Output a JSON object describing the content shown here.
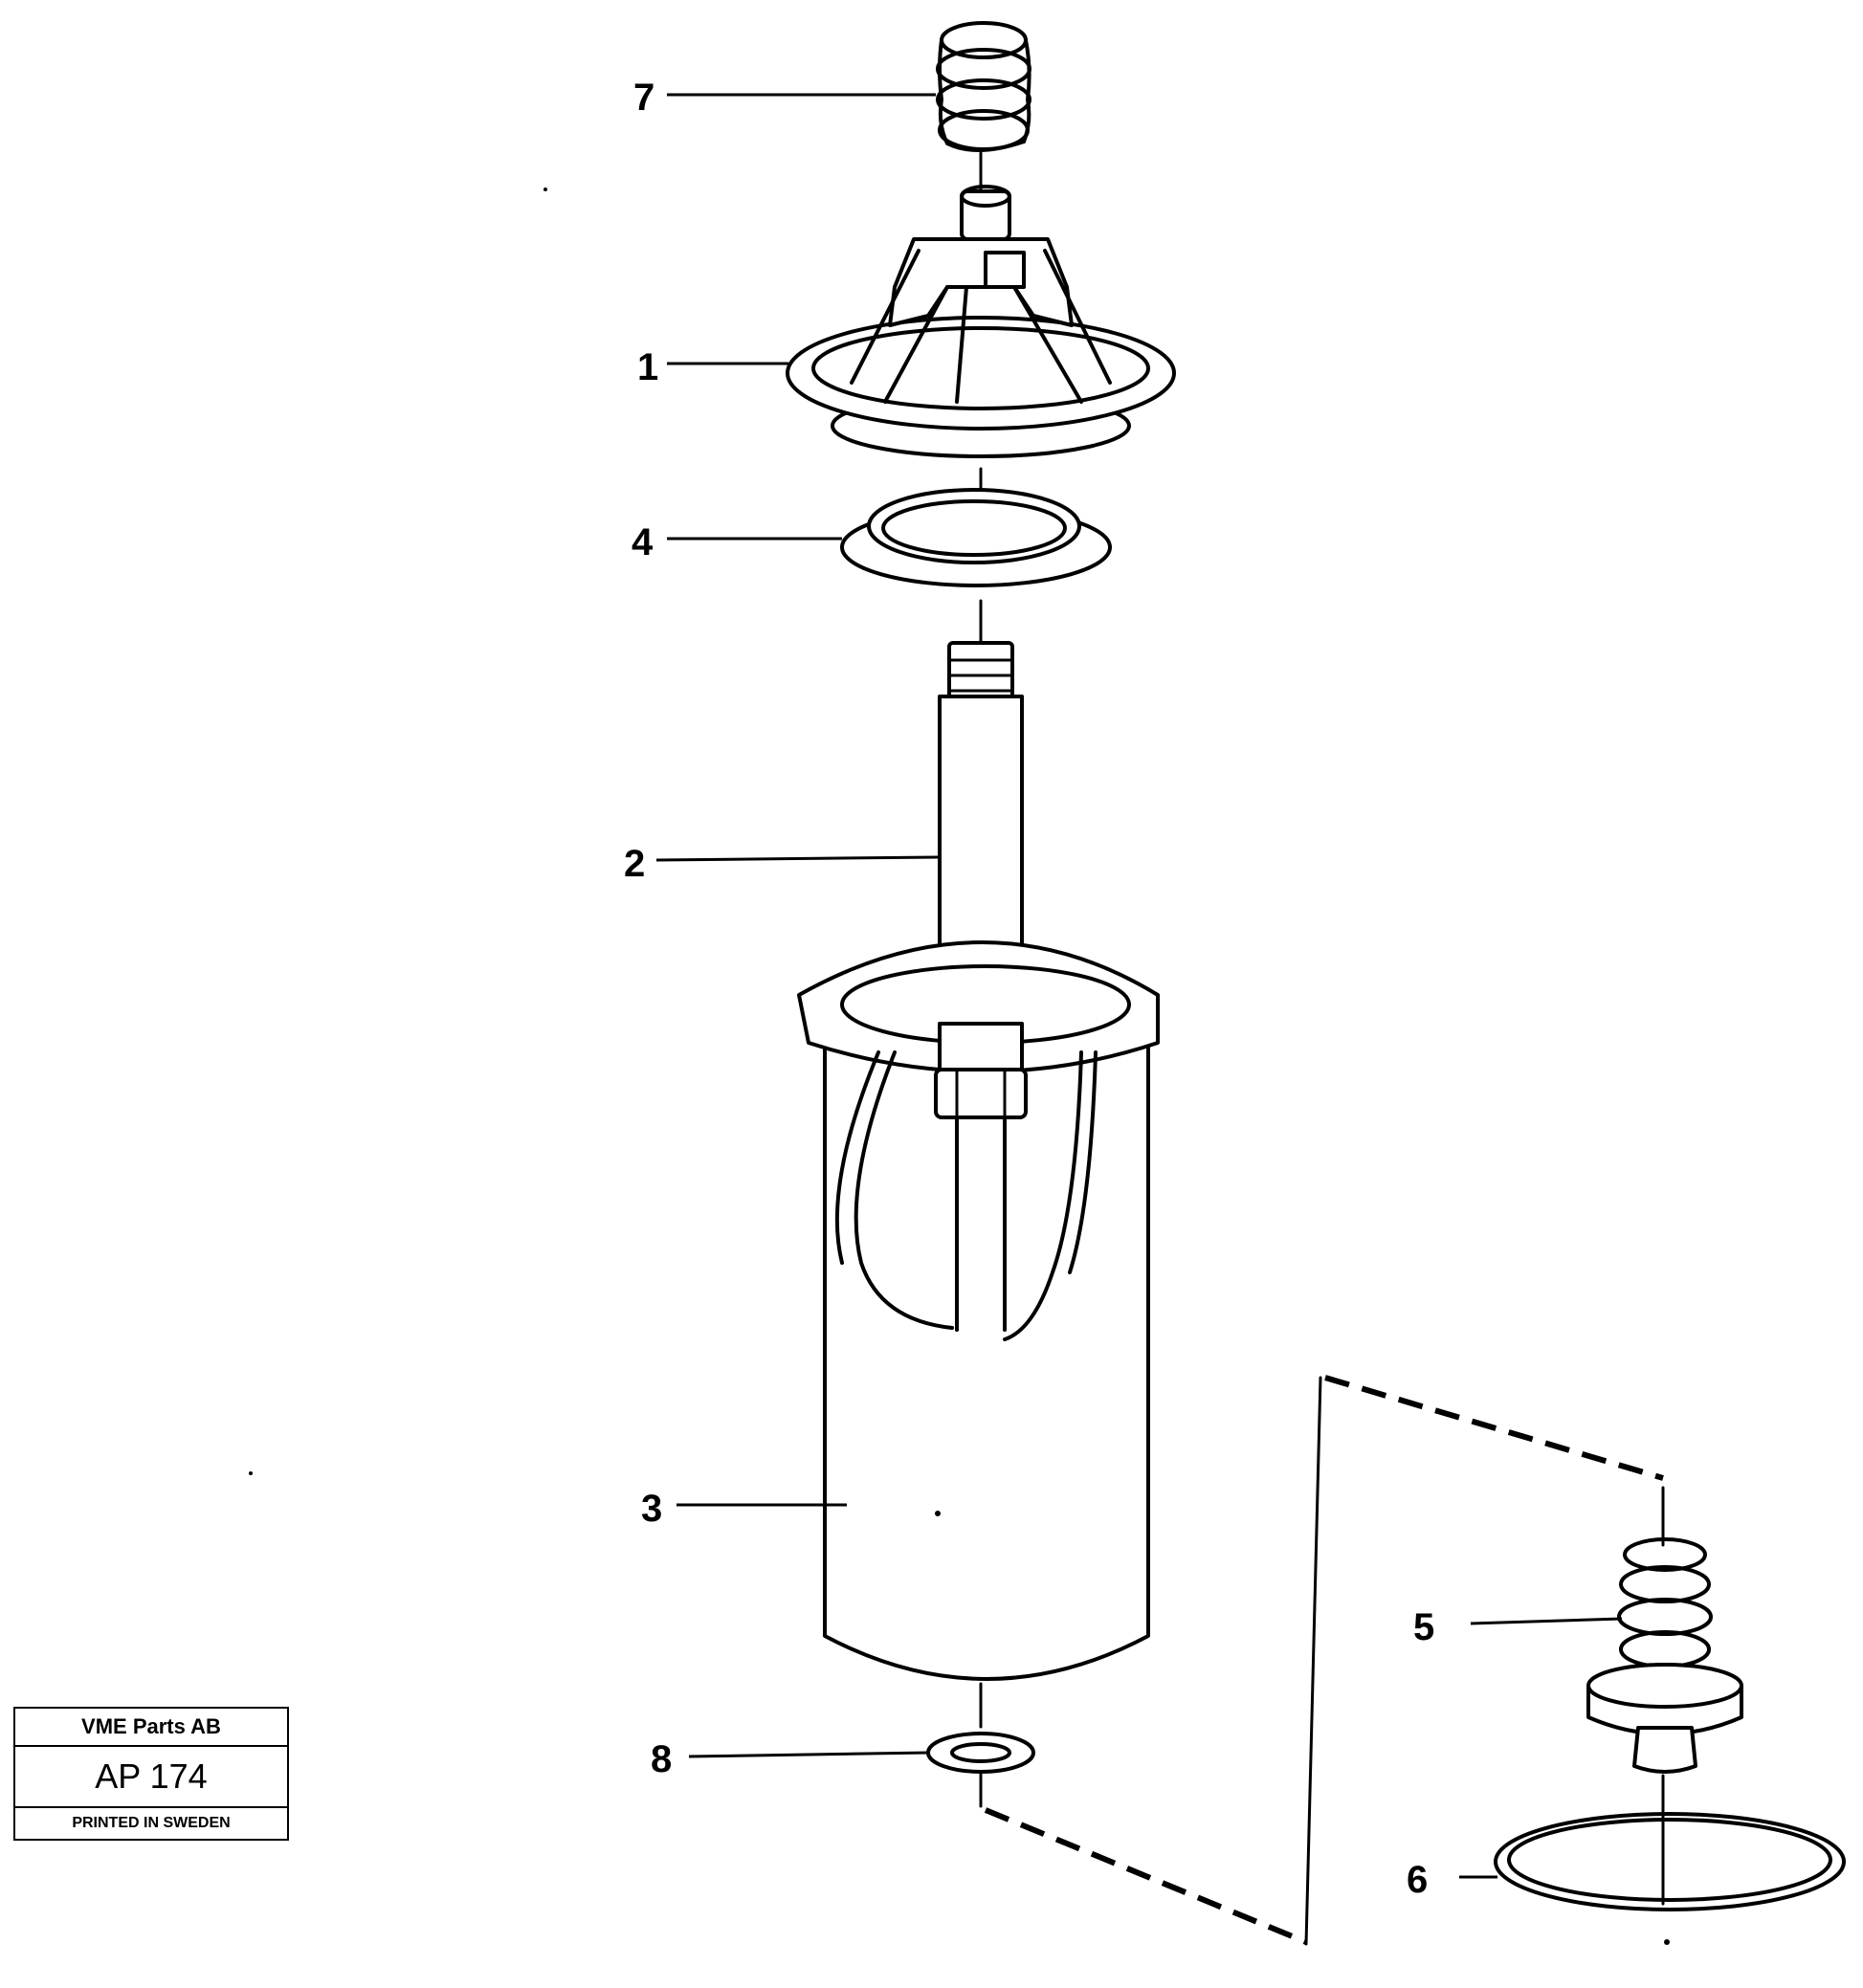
{
  "diagram": {
    "callouts": [
      {
        "id": "7",
        "label": "7"
      },
      {
        "id": "1",
        "label": "1"
      },
      {
        "id": "4",
        "label": "4"
      },
      {
        "id": "2",
        "label": "2"
      },
      {
        "id": "3",
        "label": "3"
      },
      {
        "id": "8",
        "label": "8"
      },
      {
        "id": "5",
        "label": "5"
      },
      {
        "id": "6",
        "label": "6"
      }
    ]
  },
  "title_block": {
    "company": "VME Parts AB",
    "code": "AP 174",
    "origin": "PRINTED IN SWEDEN"
  }
}
